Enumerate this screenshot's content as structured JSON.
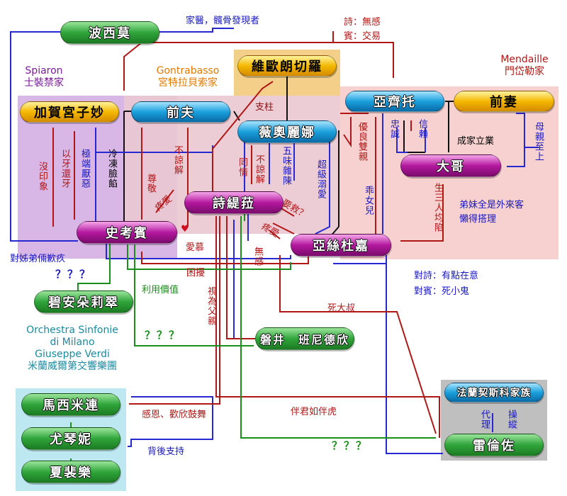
{
  "colors": {
    "red": "#b01818",
    "blue": "#2828d0",
    "black": "#111111",
    "green": "#1b8f1b"
  },
  "nodes": {
    "bosimo": "波西莫",
    "vilungqieluo": "維歐朗切羅",
    "kaga": "加賀宮子妙",
    "qianfu": "前夫",
    "vioalina": "薇奧麗娜",
    "yaqituo": "亞齊托",
    "qianqi": "前妻",
    "dage": "大哥",
    "shixuechuan": "詩緹菈",
    "shixiaobin": "史考賓",
    "yasidujia": "亞絲杜嘉",
    "bianduoliyu": "碧安朵莉翠",
    "jingjing": "磐井　班尼德欣",
    "maximilian": "馬西米連",
    "youqini": "尤琴妮",
    "xiafeile": "夏裴樂",
    "falanqisi": "法蘭契斯科家族",
    "leilunzuo": "雷倫佐"
  },
  "groups": {
    "spiaron": "Spiaron",
    "spiaron_sub": "士裝禁家",
    "gontrabasso": "Gontrabasso",
    "gontrabasso_sub": "宮特拉貝索家",
    "mendaille": "Mendaille",
    "mendaille_sub": "門岱勒家",
    "orchestra_1": "Orchestra Sinfonie",
    "orchestra_2": "di Milano",
    "orchestra_3": "Giuseppe Verdi",
    "orchestra_4": "米蘭威爾第交響樂團"
  },
  "labels": {
    "jiayi": "家醫，髖骨發現者",
    "shi_wugan": "詩：無感",
    "bin_jiaoyi": "賓：交易",
    "zhizhu": "支柱",
    "meiyinxiang": "沒印象",
    "yiyahuanya": "以牙還牙",
    "jiduanyanwu": "極端厭惡",
    "lengdongjiban": "冷凍臉餡",
    "zunjing": "尊敬",
    "buliangjie1": "不諒解",
    "tongqing": "同情",
    "buliangjie2": "不諒解",
    "wuweizachen": "五味雜陳",
    "chaojichinai": "超級溺愛",
    "youliangshuangqin": "優良雙親",
    "zhongcheng": "忠誠",
    "xinlai": "信賴",
    "chengjialiye": "成家立業",
    "muqinzhishang": "母親至上",
    "guainuer": "乖女兒",
    "shengsan": "生三人均陷",
    "dimei": "弟妹全是外來客",
    "landeda": "懶得搭理",
    "tengai1": "疼愛",
    "tengai2": "疼愛",
    "tengai3": "疼愛",
    "yaizhu": "要救？",
    "aimu": "愛慕",
    "wugan": "無感",
    "kunrao": "困擾",
    "duitidi": "對姊弟倆歉疚",
    "q1": "？？？",
    "liyongjiazhi": "利用價值",
    "shiweifuqin": "視為父親",
    "q2": "？？？",
    "siduishu": "死大叔",
    "dui_shi": "對詩：有點在意",
    "dui_bin": "對賓：死小鬼",
    "ganen": "感恩、歡欣鼓舞",
    "banjun": "伴君如伴虎",
    "beihou": "背後支持",
    "q3": "？？？",
    "daili": "代理",
    "caozong": "操縱"
  }
}
